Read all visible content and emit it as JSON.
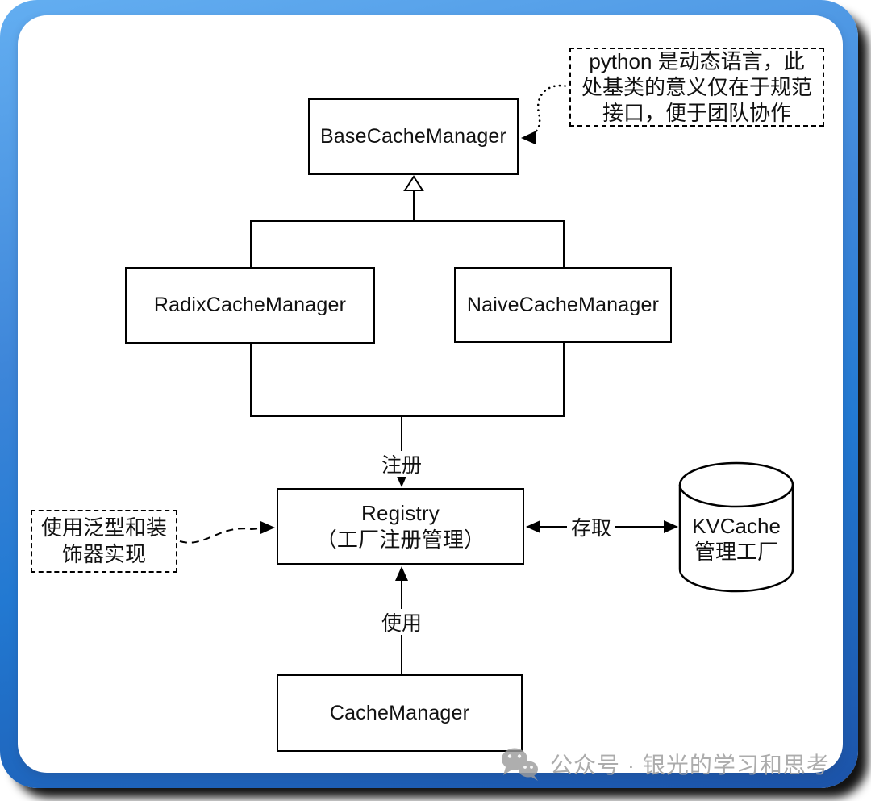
{
  "diagram": {
    "nodes": {
      "base": {
        "label": "BaseCacheManager"
      },
      "radix": {
        "label": "RadixCacheManager"
      },
      "naive": {
        "label": "NaiveCacheManager"
      },
      "registry": {
        "line1": "Registry",
        "line2": "（工厂注册管理）"
      },
      "cache_manager": {
        "label": "CacheManager"
      },
      "kvcache": {
        "line1": "KVCache",
        "line2": "管理工厂"
      }
    },
    "notes": {
      "base_note": {
        "lines": [
          "python 是动态语言，此",
          "处基类的意义仅在于规范",
          "接口，便于团队协作"
        ]
      },
      "registry_note": {
        "lines": [
          "使用泛型和装",
          "饰器实现"
        ]
      }
    },
    "edge_labels": {
      "register": "注册",
      "access": "存取",
      "use": "使用"
    }
  },
  "watermark": {
    "text": "公众号 · 银光的学习和思考"
  },
  "colors": {
    "frame_gradient_top": "#63aef1",
    "frame_gradient_bottom": "#1c53a8",
    "card_background": "#ffffff",
    "line_color": "#000000",
    "watermark_gray": "#a5a5a5"
  }
}
